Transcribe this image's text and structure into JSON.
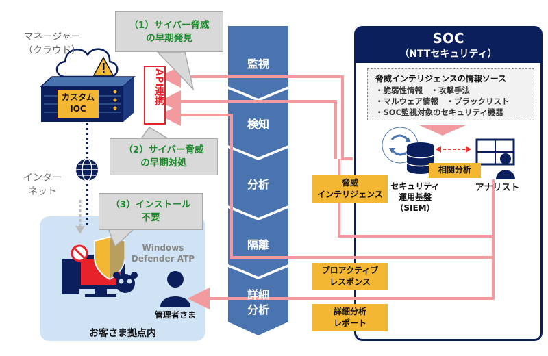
{
  "manager": {
    "line1": "マネージャー",
    "line2": "（クラウド）",
    "custom_ioc_line1": "カスタム",
    "custom_ioc_line2": "IOC"
  },
  "api": {
    "label": "API連携"
  },
  "internet": {
    "line1": "インター",
    "line2": "ネット"
  },
  "callouts": [
    {
      "line1": "（1）サイバー脅威",
      "line2": "の早期発見"
    },
    {
      "line1": "（2）サイバー脅威",
      "line2": "の早期対処"
    },
    {
      "line1": "（3）インストール",
      "line2": "不要"
    }
  ],
  "steps": [
    {
      "label": "監視"
    },
    {
      "label": "検知"
    },
    {
      "label": "分析"
    },
    {
      "label": "隔離"
    },
    {
      "line1": "詳細",
      "line2": "分析"
    }
  ],
  "soc": {
    "title": "SOC",
    "subtitle": "（NTTセキュリティ）",
    "sources_title": "脅威インテリジェンスの情報ソース",
    "sources": [
      "・脆弱性情報　・攻撃手法",
      "・マルウェア情報　・ブラックリスト",
      "・SOC監視対象のセキュリティ機器"
    ],
    "correlation": "相関分析",
    "siem_line1": "セキュリティ",
    "siem_line2": "運用基盤",
    "siem_line3": "（SIEM）",
    "analyst": "アナリスト"
  },
  "flows": {
    "threat_intel_line1": "脅威",
    "threat_intel_line2": "インテリジェンス",
    "proactive_line1": "プロアクティブ",
    "proactive_line2": "レスポンス",
    "report_line1": "詳細分析",
    "report_line2": "レポート"
  },
  "customer": {
    "label": "お客さま拠点内",
    "defender_line1": "Windows",
    "defender_line2": "Defender ATP",
    "admin": "管理者さま"
  },
  "colors": {
    "navy": "#0a1f5c",
    "steel": "#4a74b0",
    "pink": "#f29a9e",
    "gold": "#f4b733",
    "green": "#1e8a2e"
  }
}
